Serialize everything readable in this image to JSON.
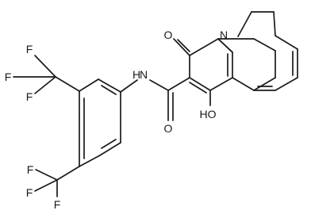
{
  "molecule": {
    "atoms": {
      "f1": "F",
      "f2": "F",
      "f3": "F",
      "f4": "F",
      "f5": "F",
      "f6": "F",
      "amide_n": "N",
      "amide_h": "H",
      "ring_n": "N",
      "keto_o": "O",
      "amide_o": "O",
      "hydroxyl": "HO"
    }
  }
}
